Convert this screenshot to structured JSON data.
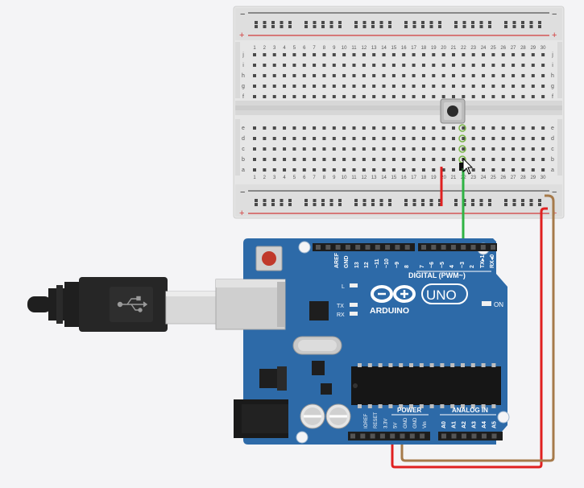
{
  "breadboard": {
    "rows_top": [
      "j",
      "i",
      "h",
      "g",
      "f"
    ],
    "rows_bottom": [
      "e",
      "d",
      "c",
      "b",
      "a"
    ],
    "rail_minus": "−",
    "rail_plus": "+",
    "columns": 30
  },
  "arduino": {
    "brand": "ARDUINO",
    "model": "UNO",
    "digital_label": "DIGITAL (PWM~)",
    "power_label": "POWER",
    "analog_label": "ANALOG IN",
    "on_label": "ON",
    "led_labels": [
      "L",
      "TX",
      "RX"
    ],
    "digital_pins": [
      "AREF",
      "GND",
      "13",
      "12",
      "~11",
      "~10",
      "~9",
      "8",
      "7",
      "~6",
      "~5",
      "4",
      "~3",
      "2",
      "TX▸1",
      "RX◂0"
    ],
    "power_pins": [
      "IOREF",
      "RESET",
      "3.3V",
      "5V",
      "GND",
      "GND",
      "Vin"
    ],
    "analog_pins": [
      "A0",
      "A1",
      "A2",
      "A3",
      "A4",
      "A5"
    ]
  },
  "colors": {
    "board": "#2d6aa8",
    "breadboard": "#e6e6e6",
    "rail_red": "#d23c3c",
    "wire_green": "#2fb344",
    "wire_red": "#e02020",
    "wire_brown": "#a67a4a"
  }
}
